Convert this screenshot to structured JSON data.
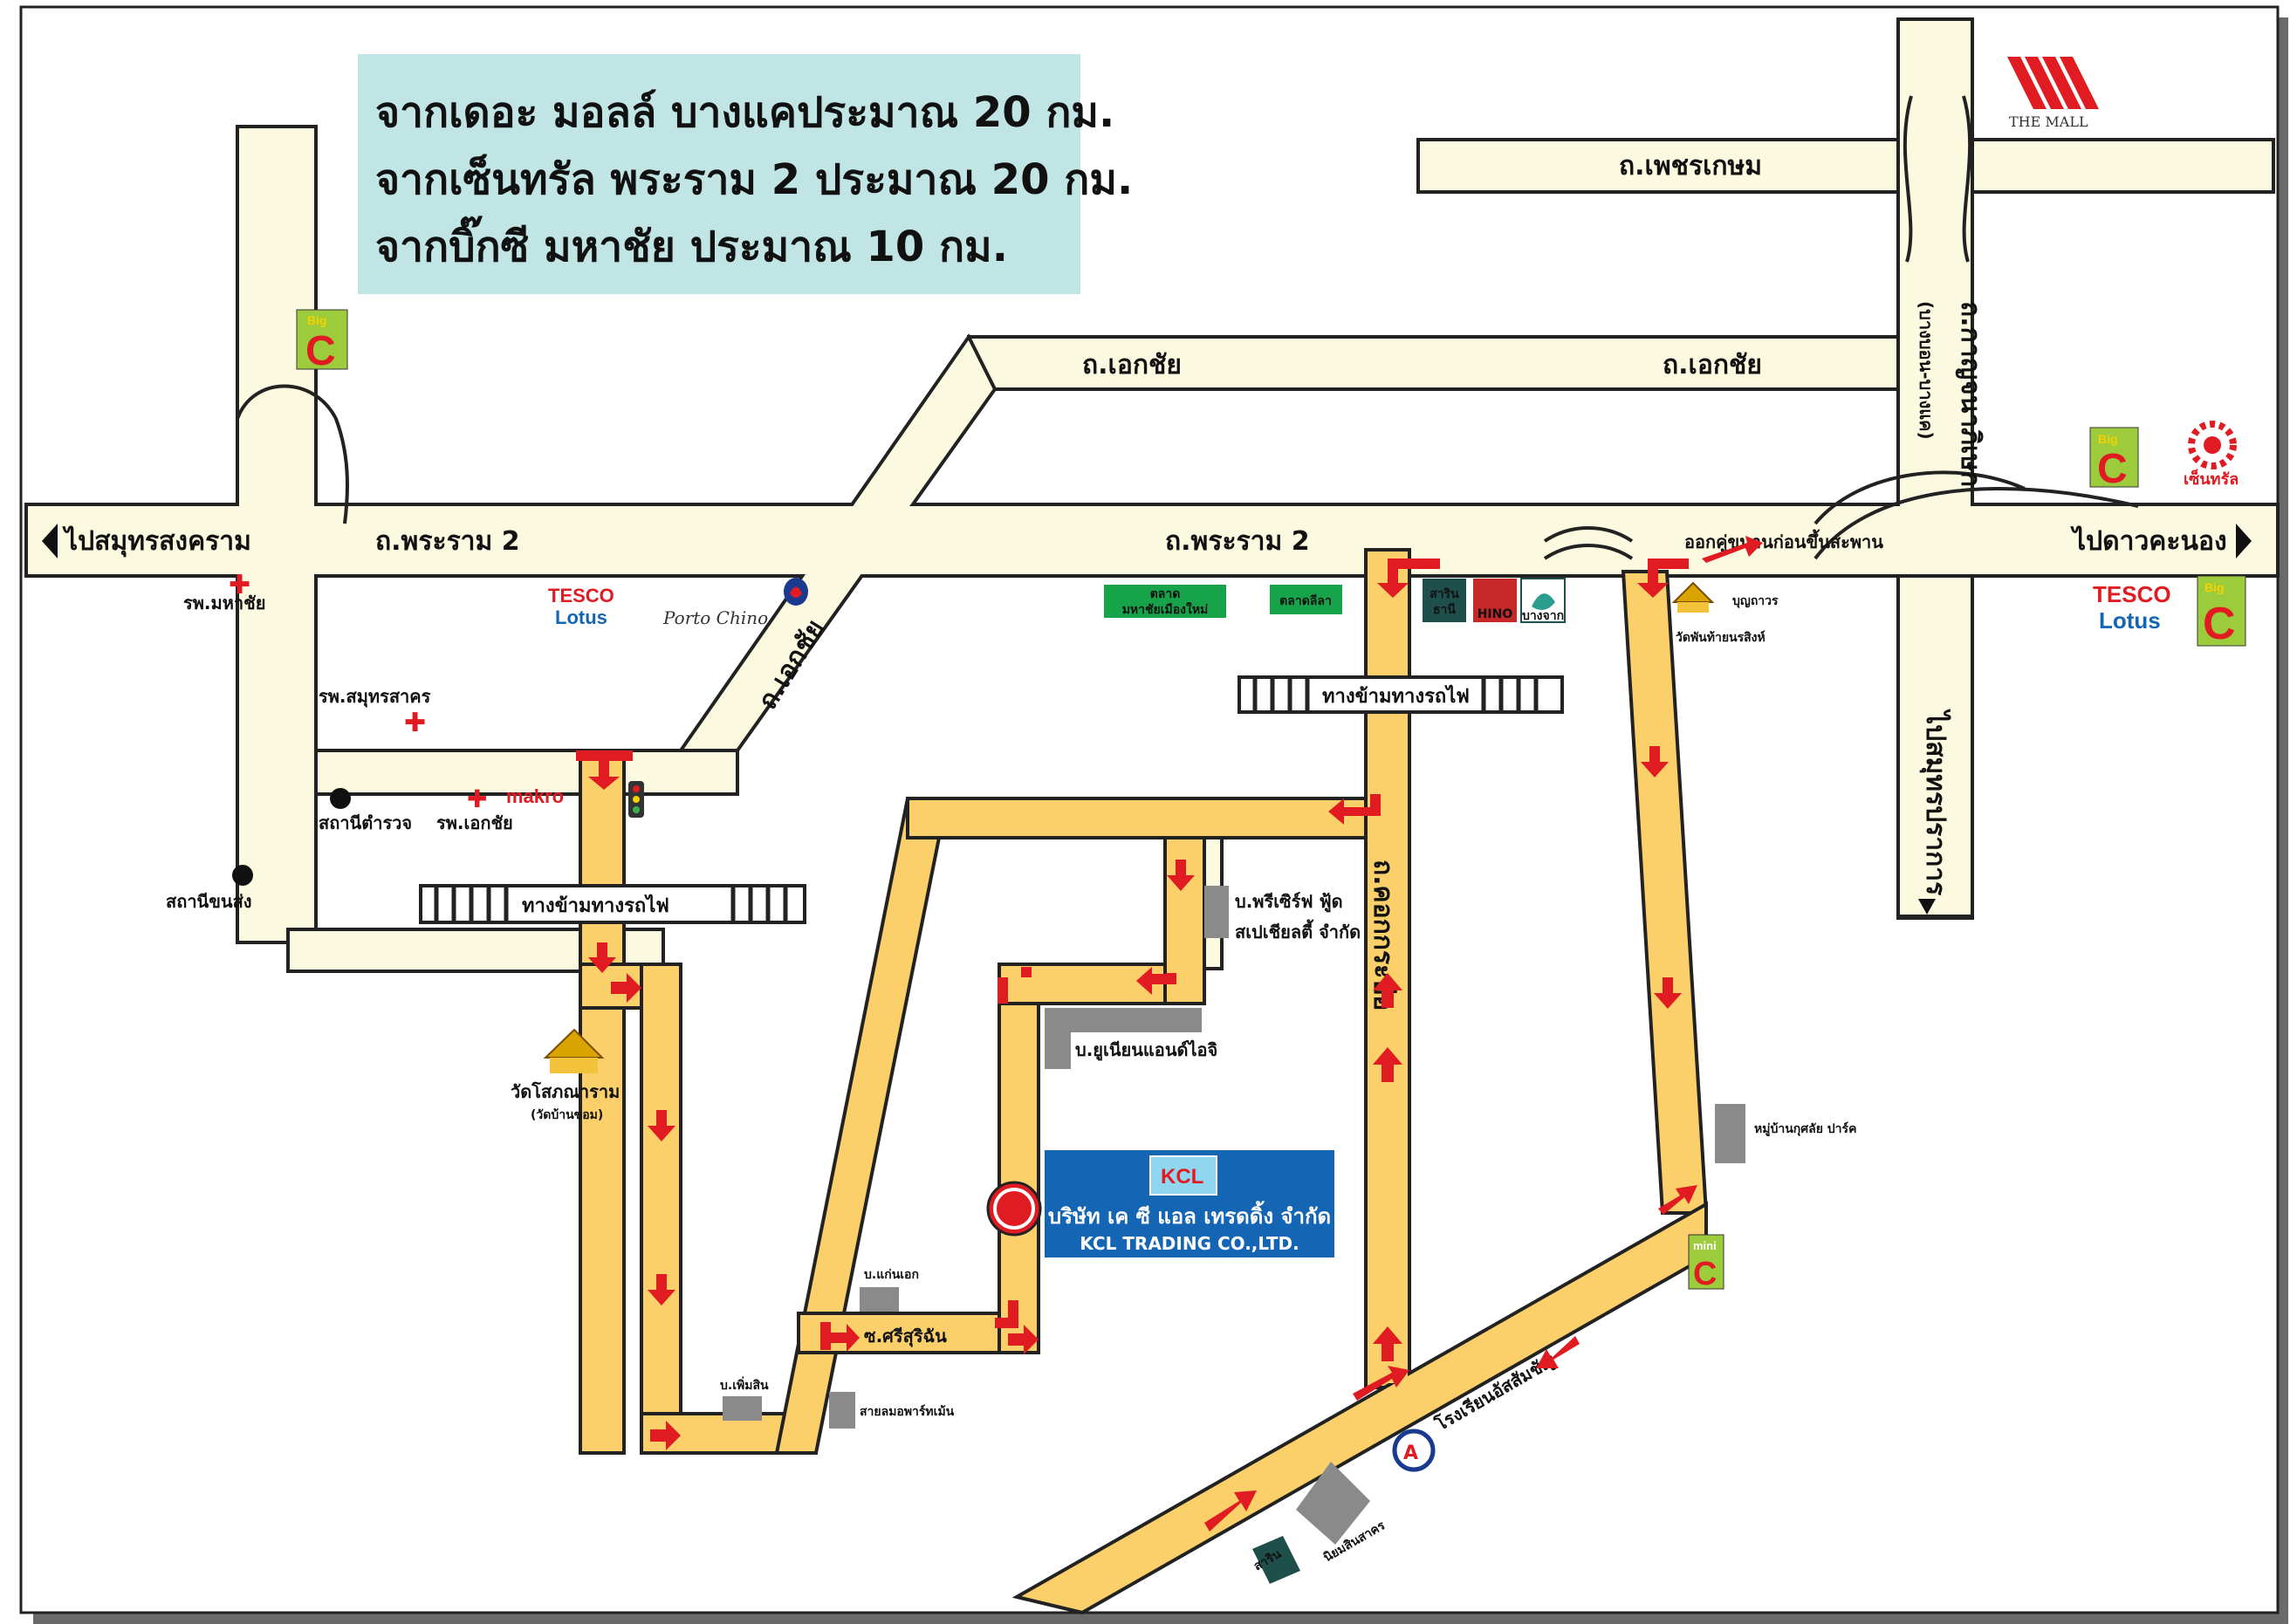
{
  "info_box": {
    "lines": [
      "จากเดอะ มอลล์ บางแคประมาณ 20 กม.",
      "จากเซ็นทรัล พระราม 2 ประมาณ  20 กม.",
      "จากบิ๊กซี มหาชัย ประมาณ 10 กม."
    ]
  },
  "roads": {
    "rama2_a": "ถ.พระราม 2",
    "rama2_b": "ถ.พระราม 2",
    "ekachai_a": "ถ.เอกชัย",
    "ekachai_b": "ถ.เอกชัย",
    "ekachai_diag": "ถ.เอกชัย",
    "phetkasem": "ถ.เพชรเกษม",
    "kanchanaphisek": "ถ.กาญจนาภิเษก",
    "kanchanaphisek_sub": "(บางบอน-บางแค)",
    "khok_krabue": "ถ.คอกกระบือ",
    "sri_surichan": "ซ.ศรีสุริฉัน",
    "to_samut_songkhram": "ไปสมุทรสงคราม",
    "to_dao_khanong": "ไปดาวคะนอง",
    "to_samut_prakan": "ไปสมุทรปราการ"
  },
  "rail": {
    "crossing_left": "ทางข้ามทางรถไฟ",
    "crossing_right": "ทางข้ามทางรถไฟ"
  },
  "pois": {
    "mahachai_hosp": "รพ.มหาชัย",
    "samutsakhon_hosp": "รพ.สมุทรสาคร",
    "police": "สถานีตำรวจ",
    "ekachai_hosp": "รพ.เอกชัย",
    "transport_station": "สถานีขนส่ง",
    "wat_sokkanaram": "วัดโสภณาราม",
    "wat_sokkanaram_sub": "(วัดบ้านขอม)",
    "preserve_food": "บ.พรีเซิร์ฟ ฟู้ด",
    "preserve_food_2": "สเปเชียลตี้ จำกัด",
    "union_ij": "บ.ยูเนียนแอนด์ไอจิ",
    "khanet": "บ.แก่นเอก",
    "pheansin": "บ.เพิ่มสิน",
    "saiwan_apartment": "สายลมอพาร์ทเม้น",
    "mooban_kusol": "หมู่บ้านกุศลัย ปาร์ค",
    "niyom_sinsakhon": "นิยมสินสาคร",
    "school_assumption": "โรงเรียนอัสสัมชัญ",
    "wat_phanthai": "วัดพันท้ายนรสิงห์",
    "u_turn_note": "ออกคู่ขนานก่อนขึ้นสะพาน",
    "market_mahachai_1": "ตลาด",
    "market_mahachai_2": "มหาชัยเมืองใหม่",
    "market_lila": "ตลาดลีลา",
    "sarin_1": "สาริน",
    "sarin_sub": "ธานี",
    "sarin_2": "สาริน",
    "bangchak": "บางจาก",
    "hino": "HINO",
    "boonthaworn": "บุญถาวร"
  },
  "brands": {
    "the_mall": "THE MALL",
    "tesco": "TESCO",
    "lotus": "Lotus",
    "bigc_top": "Big",
    "bigc_c": "C",
    "central": "เซ็นทรัล",
    "porto": "Porto Chino",
    "makro": "makro",
    "mini": "mini",
    "kcl_logo": "KCL"
  },
  "company": {
    "name_th": "บริษัท เค ซี แอล เทรดดิ้ง จำกัด",
    "name_en": "KCL TRADING CO.,LTD."
  },
  "colors": {
    "road_fill": "#fbf9df",
    "road_edge": "#222222",
    "route_fill": "#fbcf6a",
    "route_edge": "#222222",
    "arrow": "#e01b22",
    "info_bg": "#c1e5e5",
    "company_bg": "#1466b5",
    "marker": "#e01b22"
  }
}
